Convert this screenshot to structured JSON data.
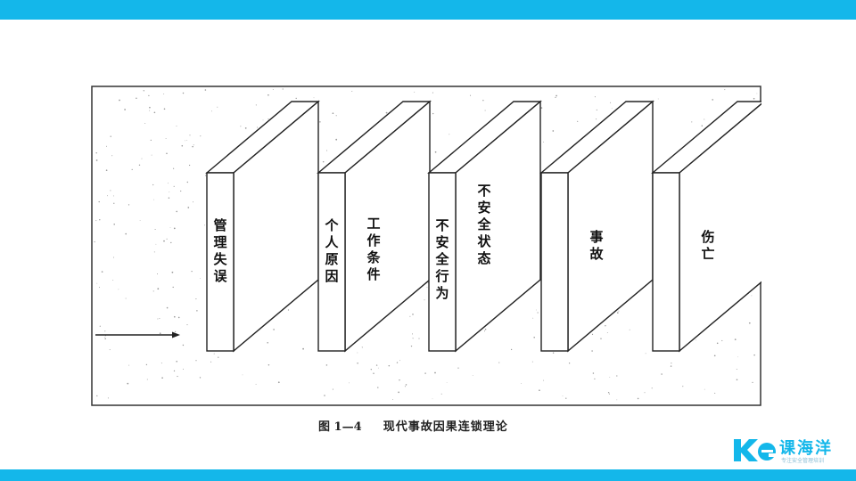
{
  "colors": {
    "accent": "#14b7ea"
  },
  "diagram": {
    "dominoes": [
      {
        "front_lines": [
          "管理失误"
        ]
      },
      {
        "front_lines": [
          "个人原因"
        ],
        "side_lines": [
          "工作条件"
        ]
      },
      {
        "front_lines": [
          "不安全行为"
        ],
        "side_lines": [
          "不安全状态"
        ]
      },
      {
        "front_lines": [],
        "side_lines": [
          "事故"
        ]
      },
      {
        "front_lines": [],
        "side_lines": [
          "伤亡"
        ]
      }
    ],
    "arrow": "force-direction-arrow"
  },
  "caption": {
    "number": "图 1—4",
    "title": "现代事故因果连锁理论"
  },
  "logo": {
    "name": "课海洋",
    "tagline": "专注安全管理培训"
  }
}
